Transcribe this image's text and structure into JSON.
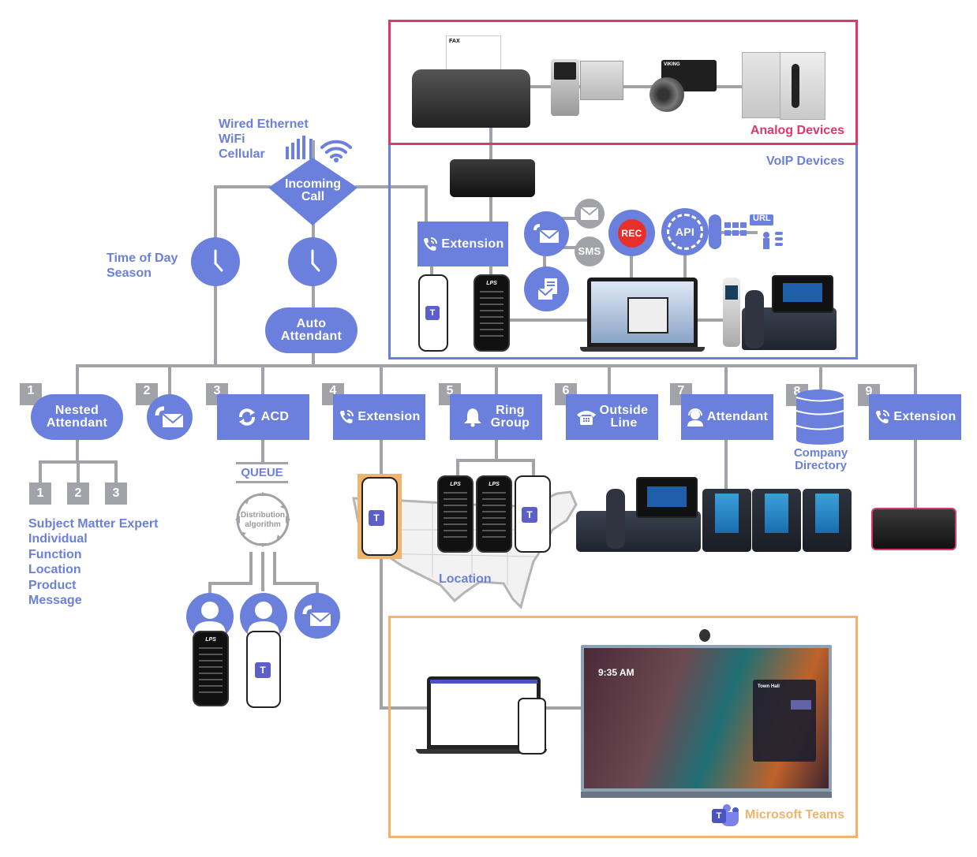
{
  "connectivity": {
    "lines": [
      "Wired Ethernet",
      "WiFi",
      "Cellular"
    ]
  },
  "incoming_call": {
    "label_line1": "Incoming",
    "label_line2": "Call"
  },
  "time_label": {
    "line1": "Time of Day",
    "line2": "Season"
  },
  "auto_attendant": {
    "line1": "Auto",
    "line2": "Attendant"
  },
  "analog_panel": {
    "title": "Analog Devices",
    "border_color": "#d93a6a",
    "devices": [
      "fax-machine",
      "keypad-door-lock",
      "door-entry-keypad",
      "paging-amplifier-horn",
      "emergency-phone-box"
    ]
  },
  "voip_panel": {
    "title": "VoIP Devices",
    "border_color": "#6b80dc",
    "extension_label": "Extension",
    "features": {
      "sms_label": "SMS",
      "rec_label": "REC",
      "api_label": "API",
      "url_label": "URL"
    }
  },
  "options": [
    {
      "number": "1",
      "line1": "Nested",
      "line2": "Attendant",
      "icon": "none"
    },
    {
      "number": "2",
      "line1": "",
      "line2": "",
      "icon": "voicemail-icon"
    },
    {
      "number": "3",
      "line1": "ACD",
      "line2": "",
      "icon": "refresh-icon"
    },
    {
      "number": "4",
      "line1": "Extension",
      "line2": "",
      "icon": "phone-ring-icon"
    },
    {
      "number": "5",
      "line1": "Ring",
      "line2": "Group",
      "icon": "bell-icon"
    },
    {
      "number": "6",
      "line1": "Outside",
      "line2": "Line",
      "icon": "telephone-icon"
    },
    {
      "number": "7",
      "line1": "Attendant",
      "line2": "",
      "icon": "headset-icon"
    },
    {
      "number": "8",
      "line1": "Company",
      "line2": "Directory",
      "icon": "database-icon"
    },
    {
      "number": "9",
      "line1": "Extension",
      "line2": "",
      "icon": "phone-ring-icon"
    }
  ],
  "nested_sub": [
    "1",
    "2",
    "3"
  ],
  "routing_criteria": [
    "Subject Matter Expert",
    "Individual",
    "Function",
    "Location",
    "Product",
    "Message"
  ],
  "queue": {
    "label": "QUEUE",
    "algo_line1": "Distribution",
    "algo_line2": "algorithm"
  },
  "location_label": "Location",
  "teams_panel": {
    "title": "Microsoft Teams",
    "border_color": "#f0b46c",
    "clock": "9:35 AM",
    "meeting_title": "Town Hall",
    "teams_glyph": "T"
  },
  "phone_brand": "LPS",
  "colors": {
    "accent": "#6b80dc",
    "connector": "#a2a3a8",
    "analog": "#d93a6a",
    "teams": "#f0b46c",
    "rec": "#e8302a"
  }
}
